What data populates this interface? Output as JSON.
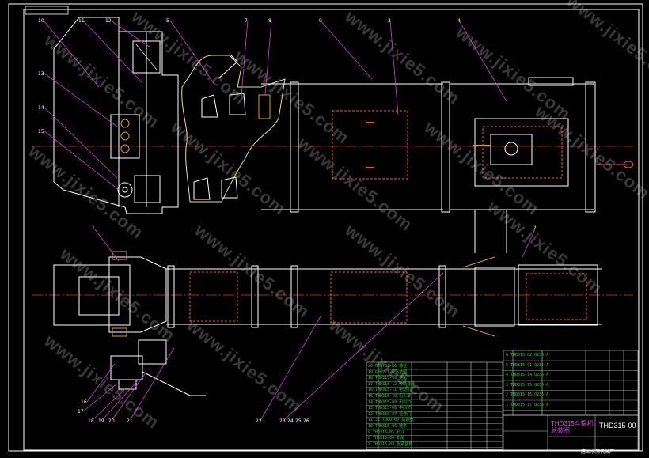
{
  "drawing": {
    "watermark": "www.jixie5.com",
    "top_callouts": [
      "10",
      "11",
      "12",
      "13",
      "14",
      "15",
      "7",
      "8",
      "9",
      "3",
      "4",
      "5"
    ],
    "bottom_callouts": [
      "1",
      "2",
      "16",
      "17",
      "18",
      "19",
      "20",
      "21",
      "22",
      "23",
      "24",
      "25",
      "26"
    ],
    "title_block": {
      "name": "THD315斗提机总装图",
      "code": "THD315-00",
      "company": "唐山水泥机械厂"
    },
    "bom_left_rows": [
      "20  GB5782-86  螺栓",
      "19  GB97.1-85  垫圈",
      "18  THD315-13  链轮",
      "17  THD315-12  传动装置",
      "16  THD315-11  电动机",
      "15  THD315-10  机头罩",
      "14  THD315-09  出料口",
      "13  THD315-08  中间节",
      "12  THD315-07  检修门",
      "11  JZ-T000-00  减速器",
      "10  THD315-06  链条",
      "9   THD315-05  料斗",
      "8   THD315-04  机尾",
      "7   THD315-03  张紧装置"
    ],
    "bom_right_rows": [
      "6  THD315-02  Q235-A",
      "5  THD315-01  Q235-A",
      "4  THD315-14  Q235-A",
      "3  THD315-15  Q235-A",
      "2  THD315-16  Q235-A",
      "1  THD315-17  Q235-A"
    ]
  }
}
